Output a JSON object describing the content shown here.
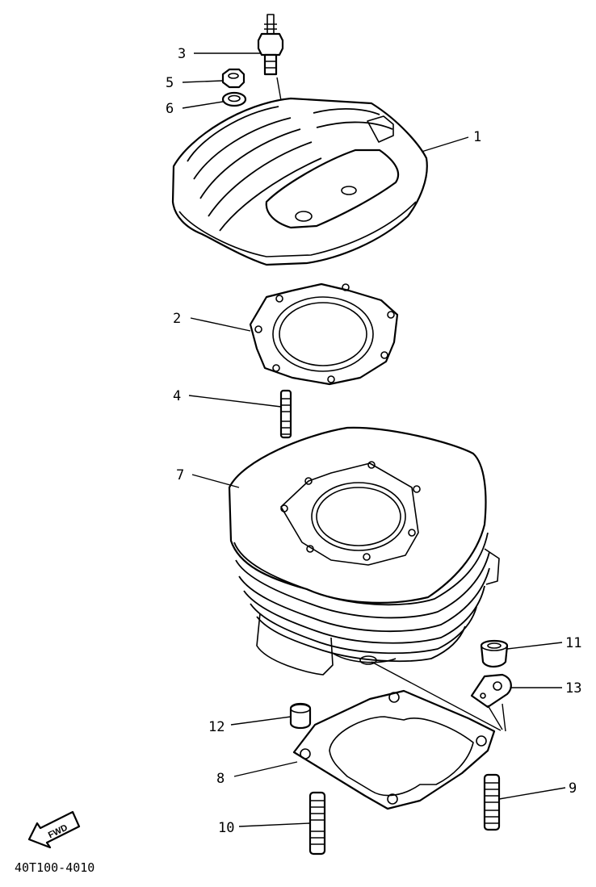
{
  "callouts": {
    "c1": "1",
    "c2": "2",
    "c3": "3",
    "c4": "4",
    "c5": "5",
    "c6": "6",
    "c7": "7",
    "c8": "8",
    "c9": "9",
    "c10": "10",
    "c11": "11",
    "c12": "12",
    "c13": "13"
  },
  "fwd_label": "FWD",
  "diagram_code": "40T100-4010",
  "icons": [
    "forward-arrow-icon"
  ],
  "colors": {
    "ink": "#000000",
    "paper": "#ffffff"
  }
}
